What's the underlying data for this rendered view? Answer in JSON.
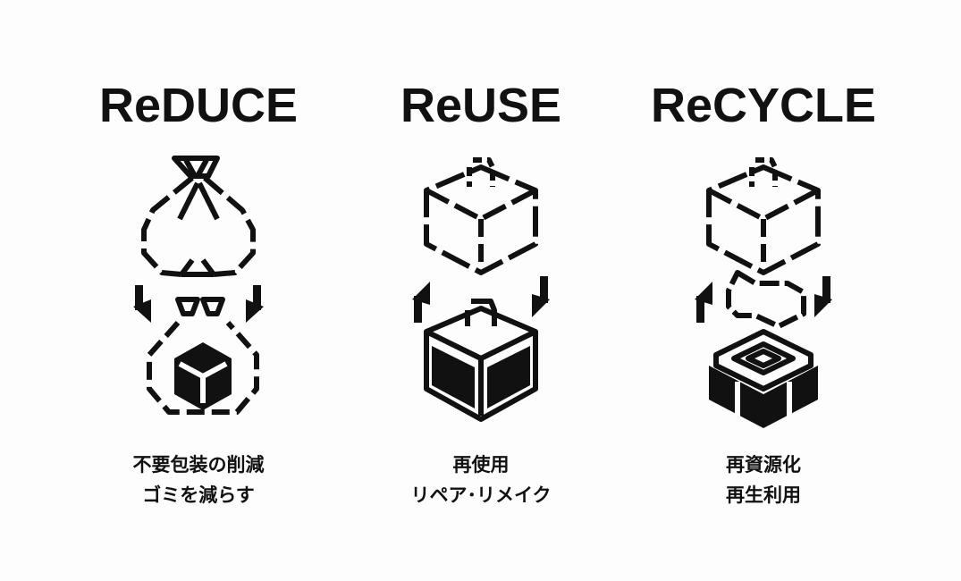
{
  "panels": [
    {
      "title": "ReDUCE",
      "caption_line1": "不要包装の削減",
      "caption_line2": "ゴミを減らす"
    },
    {
      "title": "ReUSE",
      "caption_line1": "再使用",
      "caption_line2": "リペア･リメイク"
    },
    {
      "title": "ReCYCLE",
      "caption_line1": "再資源化",
      "caption_line2": "再生利用"
    }
  ],
  "colors": {
    "ink": "#111111",
    "background": "#fdfdfd"
  },
  "icons": [
    "trash-bag-to-compact-bag-icon",
    "box-reuse-icon",
    "box-recycle-icon"
  ]
}
